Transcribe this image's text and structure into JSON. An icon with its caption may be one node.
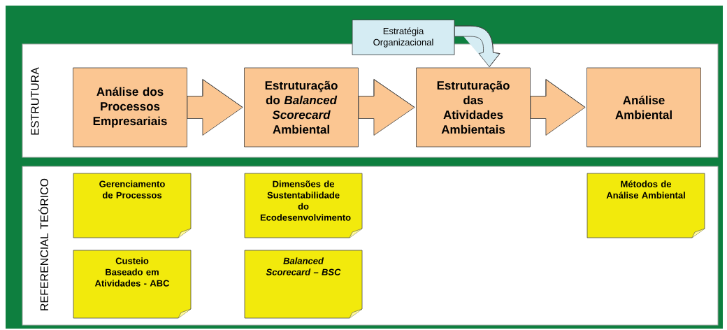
{
  "diagram": {
    "nodes": [
      {
        "text": [
          "ESTRUTURA"
        ]
      },
      {
        "text": [
          "REFERENCIAL TEÓRICO"
        ]
      },
      {
        "text": [
          "Estratégia Organizacional"
        ]
      },
      {
        "text": [
          "Análise dos Processos Empresariais"
        ],
        "in": 0
      },
      {
        "text": [
          "Estruturação do *Balanced Scorecard* Ambiental"
        ],
        "in": 0
      },
      {
        "text": [
          "Estruturação das Atividades Ambientais"
        ],
        "in": 0
      },
      {
        "text": [
          "Análise Ambiental"
        ],
        "in": 0
      },
      {
        "text": [
          "Gerenciamento de Processos"
        ],
        "in": 1
      },
      {
        "text": [
          "Dimensões de Sustentabilidade do Ecodesenvolvimento"
        ],
        "in": 1
      },
      {
        "text": [
          "Métodos de Análise Ambiental"
        ],
        "in": 1
      },
      {
        "text": [
          "Custeio Baseado em Atividades - ABC"
        ],
        "in": 1
      },
      {
        "text": [
          "Balanced Scorecard – BSC"
        ],
        "in": 1
      }
    ],
    "edges": [
      {
        "from": 3,
        "to": 4,
        "arrow": "to"
      },
      {
        "from": 4,
        "to": 5,
        "arrow": "to"
      },
      {
        "from": 5,
        "to": 6,
        "arrow": "to"
      },
      {
        "from": 2,
        "to": 5,
        "arrow": "to"
      }
    ]
  }
}
